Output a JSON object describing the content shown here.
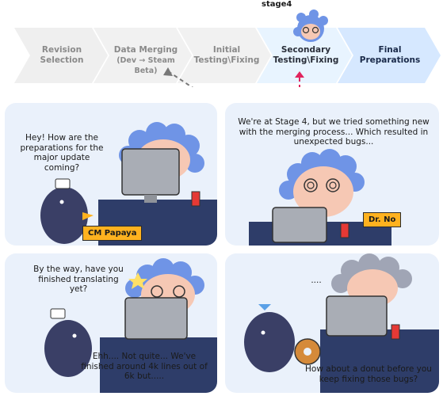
{
  "stage_label": "stage4",
  "steps": [
    {
      "label_line1": "Revision",
      "label_line2": "Selection"
    },
    {
      "label_line1": "Data Merging",
      "label_line2": "(Dev → Steam Beta)"
    },
    {
      "label_line1": "Initial",
      "label_line2": "Testing\\Fixing"
    },
    {
      "label_line1": "Secondary",
      "label_line2": "Testing\\Fixing"
    },
    {
      "label_line1": "Final",
      "label_line2": "Preparations"
    }
  ],
  "panels": {
    "p1": {
      "speech": "Hey! How are the preparations for the major update coming?",
      "name_tag": "CM Papaya"
    },
    "p2": {
      "speech": "We're at Stage 4, but we tried something new with the merging process... Which resulted in unexpected bugs...",
      "name_tag": "Dr. No"
    },
    "p3": {
      "speech_top": "By the way, have you finished translating yet?",
      "speech_bottom": "Ehh.... Not quite... We've finished around 4k lines out of 6k but....."
    },
    "p4": {
      "ellipsis": "....",
      "speech": "How about a donut before you keep fixing those bugs?"
    }
  },
  "colors": {
    "step_inactive": "#efefef",
    "step_active": "#e8f4ff",
    "step_final": "#d6e8ff",
    "panel_bg": "#eaf1fb",
    "hair": "#6f94e6",
    "desk": "#2e3d69",
    "monitor": "#a9adb5",
    "tag": "#ffb21f",
    "skin": "#f6c8b4"
  }
}
